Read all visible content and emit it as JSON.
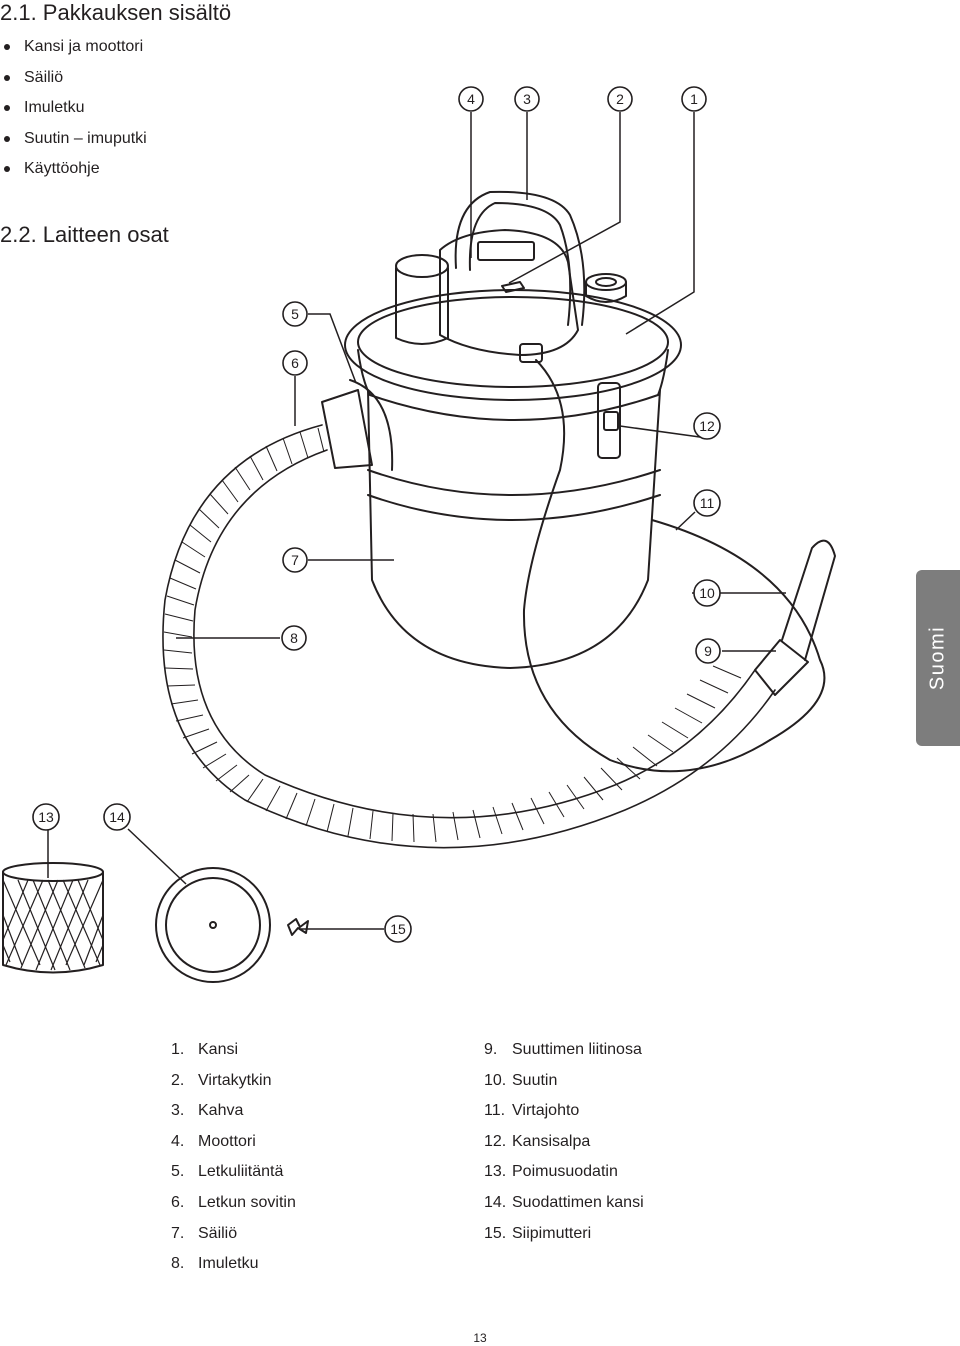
{
  "section1": {
    "heading": "2.1. Pakkauksen sisältö",
    "items": [
      "Kansi ja moottori",
      "Säiliö",
      "Imuletku",
      "Suutin – imuputki",
      "Käyttöohje"
    ]
  },
  "section2": {
    "heading": "2.2. Laitteen osat"
  },
  "diagram": {
    "markers": [
      "1",
      "2",
      "3",
      "4",
      "5",
      "6",
      "7",
      "8",
      "9",
      "10",
      "11",
      "12",
      "13",
      "14",
      "15"
    ]
  },
  "parts": {
    "left": [
      {
        "num": "1.",
        "label": "Kansi"
      },
      {
        "num": "2.",
        "label": "Virtakytkin"
      },
      {
        "num": "3.",
        "label": "Kahva"
      },
      {
        "num": "4.",
        "label": "Moottori"
      },
      {
        "num": "5.",
        "label": "Letkuliitäntä"
      },
      {
        "num": "6.",
        "label": "Letkun sovitin"
      },
      {
        "num": "7.",
        "label": "Säiliö"
      },
      {
        "num": "8.",
        "label": "Imuletku"
      }
    ],
    "right": [
      {
        "num": "9.",
        "label": "Suuttimen liitinosa"
      },
      {
        "num": "10.",
        "label": "Suutin"
      },
      {
        "num": "11.",
        "label": "Virtajohto"
      },
      {
        "num": "12.",
        "label": "Kansisalpa"
      },
      {
        "num": "13.",
        "label": "Poimusuodatin"
      },
      {
        "num": "14.",
        "label": "Suodattimen kansi"
      },
      {
        "num": "15.",
        "label": "Siipimutteri"
      }
    ]
  },
  "side_tab": "Suomi",
  "page_number": "13",
  "colors": {
    "text": "#231f20",
    "tab": "#7d7d7d"
  }
}
